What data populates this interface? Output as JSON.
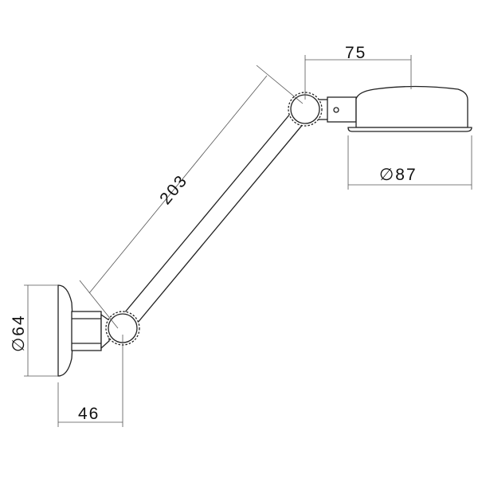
{
  "drawing": {
    "dimensions": {
      "arm_length": "203",
      "head_offset": "75",
      "head_diameter": "∅87",
      "flange_diameter": "∅64",
      "wall_projection": "46"
    },
    "line_color": "#222222",
    "dimension_color": "#555555"
  }
}
